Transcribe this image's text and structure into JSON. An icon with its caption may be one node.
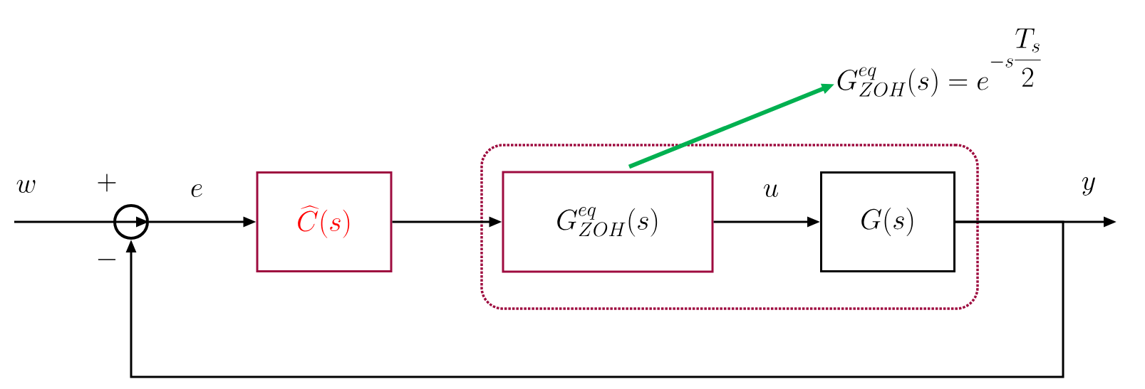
{
  "diagram": {
    "nodes": [
      {
        "text": [],
        "shape": "circle"
      },
      {
        "text": [
          "\\widehat{C}(s)"
        ]
      },
      {
        "text": [],
        "shape": "box"
      },
      {
        "text": [
          "G^{eq}_{ZOH}(s)"
        ],
        "in": 2
      },
      {
        "text": [
          "G(s)"
        ],
        "in": 2
      },
      {
        "text": [
          "G^{eq}_{ZOH}(s) = e^{-s\\dfrac{T_s}{2}}"
        ]
      }
    ],
    "edges": [
      {
        "from": null,
        "to": 0,
        "arrow": "to",
        "label": "w"
      },
      {
        "from": 0,
        "to": 1,
        "arrow": "to",
        "label": "e"
      },
      {
        "from": 1,
        "to": 3,
        "arrow": "to"
      },
      {
        "from": 3,
        "to": 4,
        "arrow": "to",
        "label": "u"
      },
      {
        "from": 3,
        "to": 5,
        "arrow": "to",
        "style": "thick",
        "color": "#00b050"
      },
      {
        "from": 4,
        "to": null,
        "arrow": "to",
        "label": "y"
      },
      {
        "from": 4,
        "to": 0,
        "arrow": "to"
      }
    ],
    "labels": [
      "+",
      "-"
    ]
  }
}
